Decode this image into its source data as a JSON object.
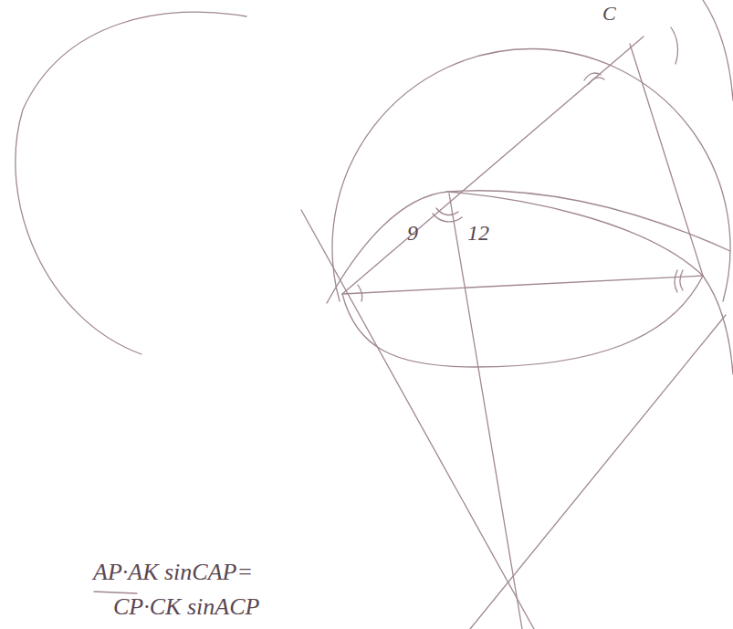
{
  "diagram": {
    "labels": [
      "9",
      "12",
      "AP·AK sinCAP=",
      "CP·CK sinACP",
      "C"
    ]
  }
}
